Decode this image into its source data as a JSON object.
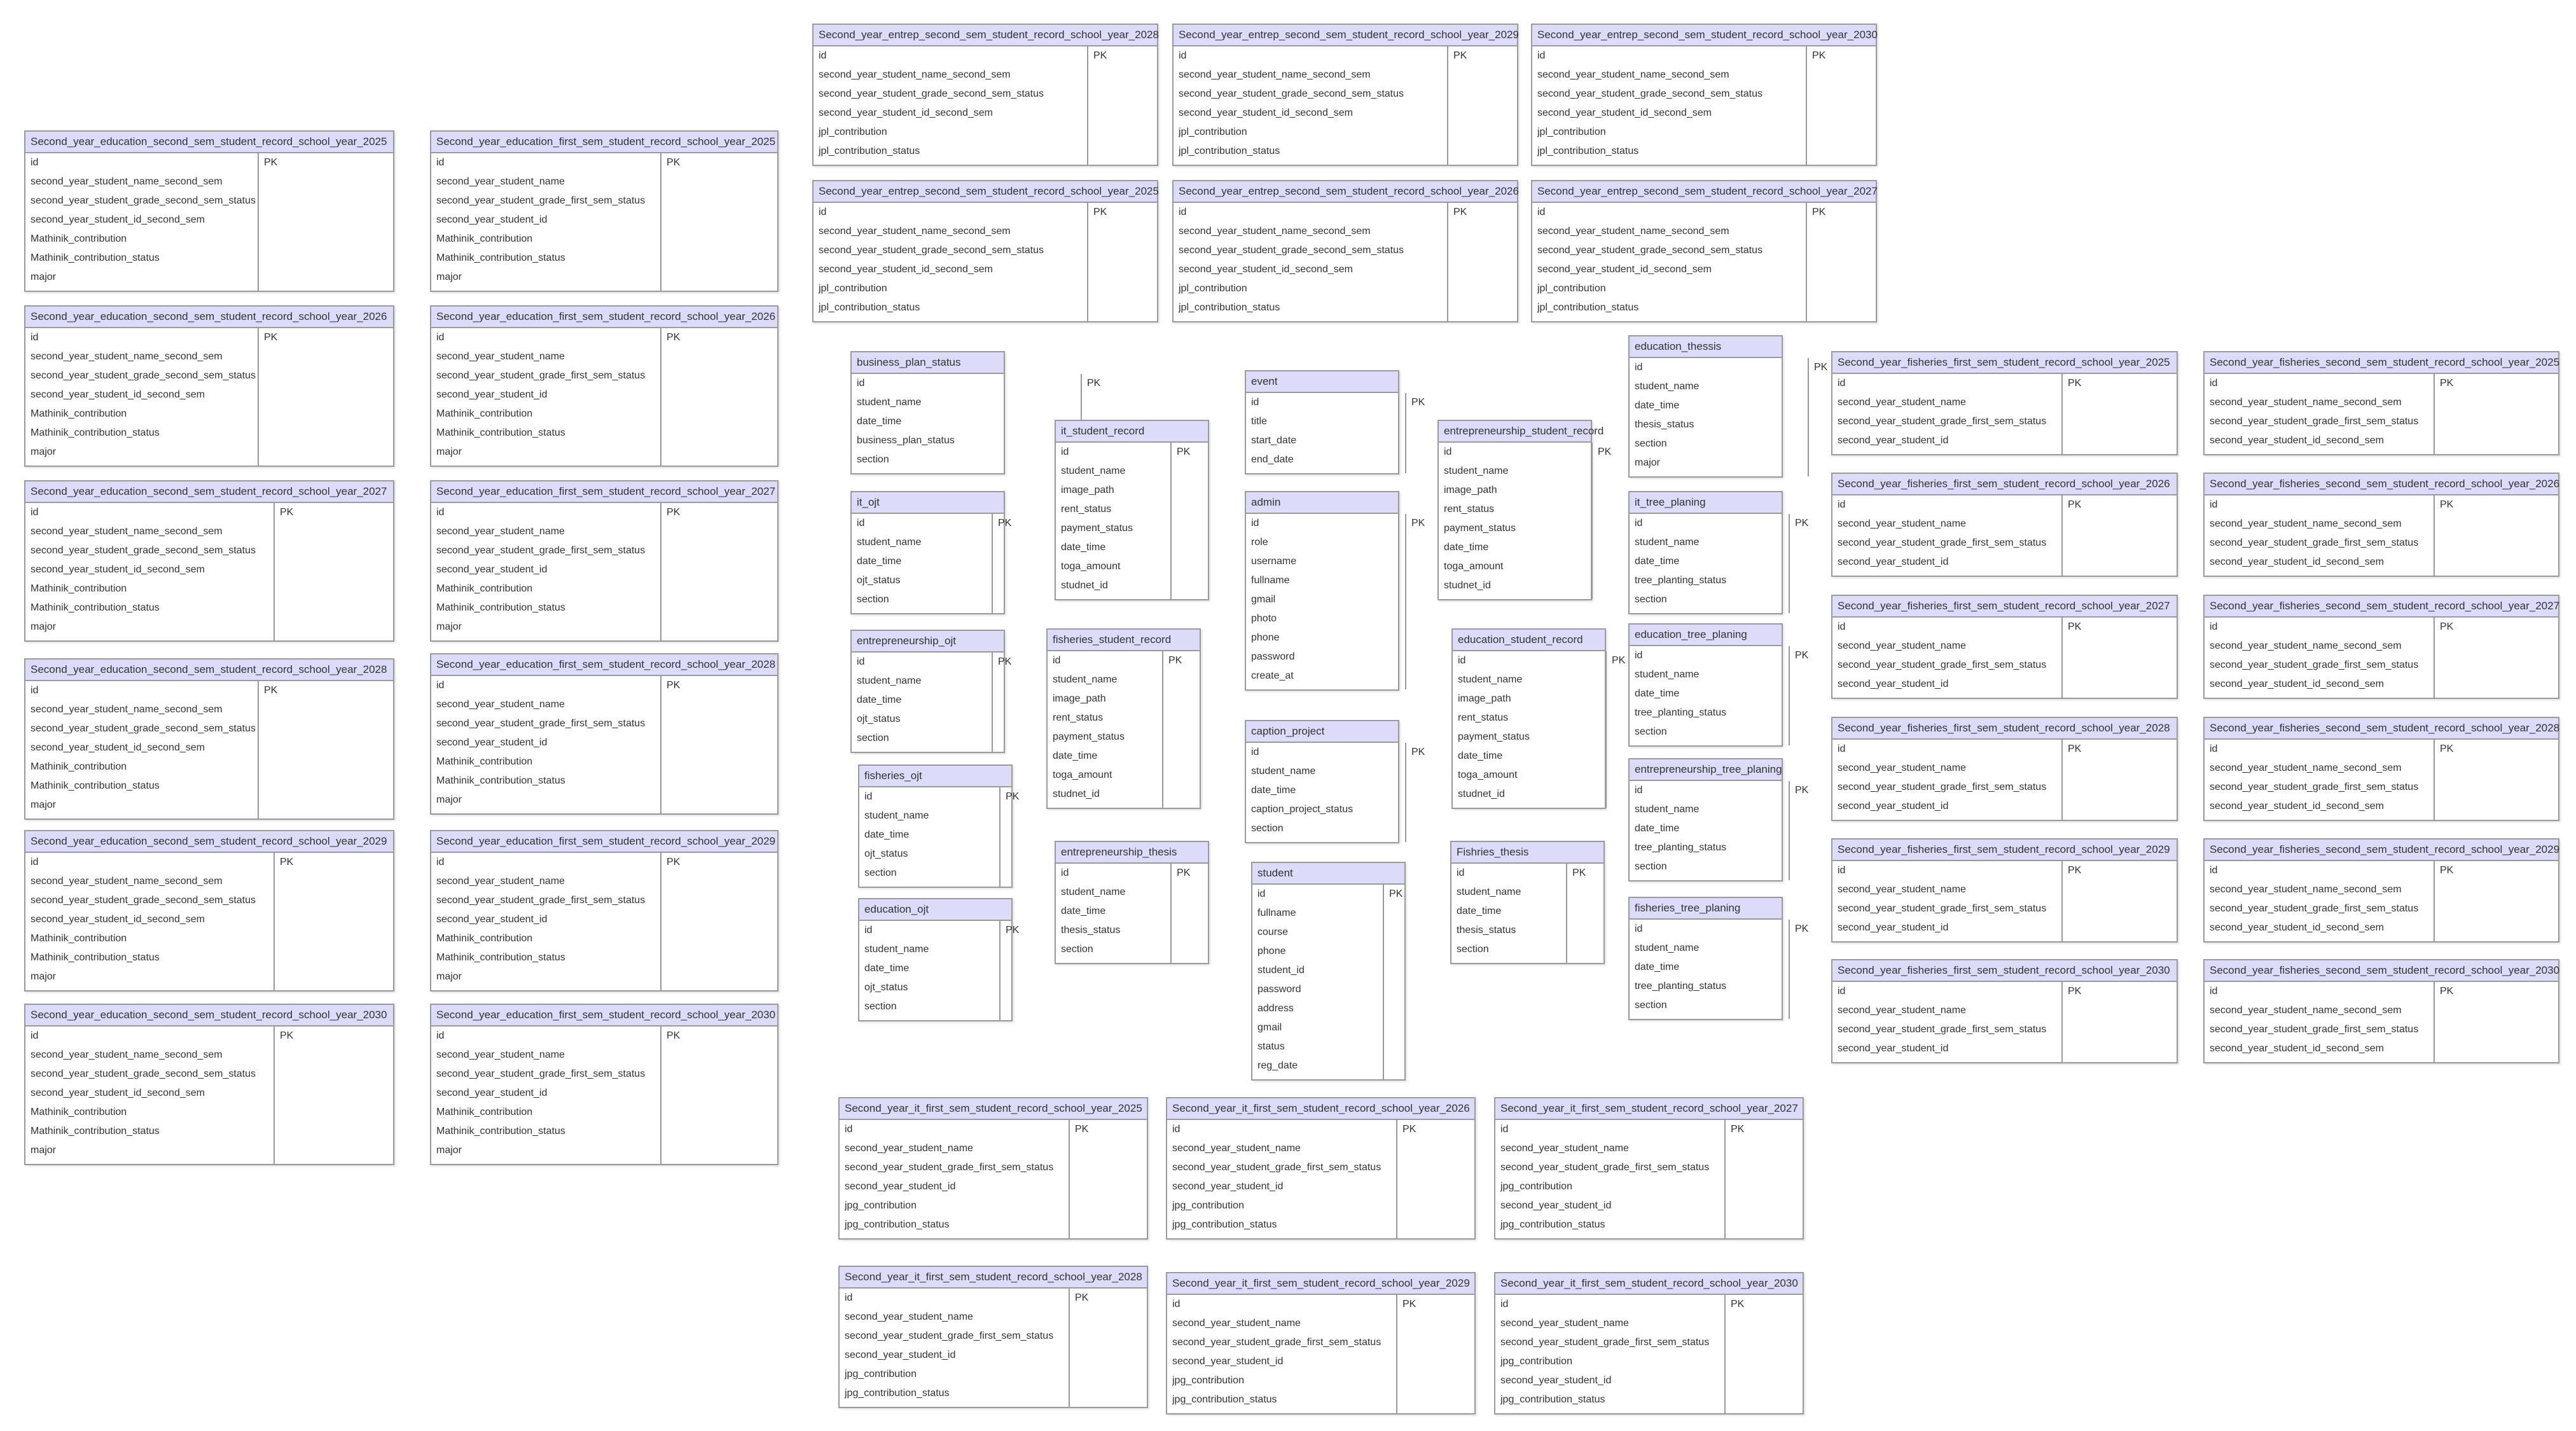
{
  "field_sets": {
    "edu_second": [
      "id",
      "second_year_student_name_second_sem",
      "second_year_student_grade_second_sem_status",
      "second_year_student_id_second_sem",
      "Mathinik_contribution",
      "Mathinik_contribution_status",
      "major"
    ],
    "edu_first": [
      "id",
      "second_year_student_name",
      "second_year_student_grade_first_sem_status",
      "second_year_student_id",
      "Mathinik_contribution",
      "Mathinik_contribution_status",
      "major"
    ],
    "entrep_second": [
      "id",
      "second_year_student_name_second_sem",
      "second_year_student_grade_second_sem_status",
      "second_year_student_id_second_sem",
      "jpl_contribution",
      "jpl_contribution_status"
    ],
    "fish_first": [
      "id",
      "second_year_student_name",
      "second_year_student_grade_first_sem_status",
      "second_year_student_id"
    ],
    "fish_second": [
      "id",
      "second_year_student_name_second_sem",
      "second_year_student_grade_first_sem_status",
      "second_year_student_id_second_sem"
    ],
    "it_first_a": [
      "id",
      "second_year_student_name",
      "second_year_student_grade_first_sem_status",
      "second_year_student_id",
      "jpg_contribution",
      "jpg_contribution_status"
    ],
    "it_first_b": [
      "id",
      "second_year_student_name",
      "second_year_student_grade_first_sem_status",
      "jpg_contribution",
      "second_year_student_id",
      "jpg_contribution_status"
    ],
    "ojt": [
      "id",
      "student_name",
      "date_time",
      "ojt_status",
      "section"
    ],
    "tree": [
      "id",
      "student_name",
      "date_time",
      "tree_planting_status",
      "section"
    ],
    "thesis": [
      "id",
      "student_name",
      "date_time",
      "thesis_status",
      "section"
    ],
    "record": [
      "id",
      "student_name",
      "image_path",
      "rent_status",
      "payment_status",
      "date_time",
      "toga_amount",
      "studnet_id"
    ]
  },
  "entities": [
    {
      "title": "Second_year_education_second_sem_student_record_school_year_2025",
      "set": "edu_second"
    },
    {
      "title": "Second_year_education_second_sem_student_record_school_year_2026",
      "set": "edu_second"
    },
    {
      "title": "Second_year_education_second_sem_student_record_school_year_2027",
      "set": "edu_second"
    },
    {
      "title": "Second_year_education_second_sem_student_record_school_year_2028",
      "set": "edu_second"
    },
    {
      "title": "Second_year_education_second_sem_student_record_school_year_2029",
      "set": "edu_second"
    },
    {
      "title": "Second_year_education_second_sem_student_record_school_year_2030",
      "set": "edu_second"
    },
    {
      "title": "Second_year_education_first_sem_student_record_school_year_2025",
      "set": "edu_first"
    },
    {
      "title": "Second_year_education_first_sem_student_record_school_year_2026",
      "set": "edu_first"
    },
    {
      "title": "Second_year_education_first_sem_student_record_school_year_2027",
      "set": "edu_first"
    },
    {
      "title": "Second_year_education_first_sem_student_record_school_year_2028",
      "set": "edu_first"
    },
    {
      "title": "Second_year_education_first_sem_student_record_school_year_2029",
      "set": "edu_first"
    },
    {
      "title": "Second_year_education_first_sem_student_record_school_year_2030",
      "set": "edu_first"
    },
    {
      "title": "Second_year_entrep_second_sem_student_record_school_year_2028",
      "set": "entrep_second"
    },
    {
      "title": "Second_year_entrep_second_sem_student_record_school_year_2029",
      "set": "entrep_second"
    },
    {
      "title": "Second_year_entrep_second_sem_student_record_school_year_2030",
      "set": "entrep_second"
    },
    {
      "title": "Second_year_entrep_second_sem_student_record_school_year_2025",
      "set": "entrep_second"
    },
    {
      "title": "Second_year_entrep_second_sem_student_record_school_year_2026",
      "set": "entrep_second"
    },
    {
      "title": "Second_year_entrep_second_sem_student_record_school_year_2027",
      "set": "entrep_second"
    },
    {
      "title": "business_plan_status",
      "fields": [
        "id",
        "student_name",
        "date_time",
        "business_plan_status",
        "section"
      ]
    },
    {
      "title": "it_ojt",
      "set": "ojt"
    },
    {
      "title": "entrepreneurship_ojt",
      "set": "ojt"
    },
    {
      "title": "fisheries_ojt",
      "set": "ojt"
    },
    {
      "title": "education_ojt",
      "set": "ojt"
    },
    {
      "title": "it_student_record",
      "set": "record"
    },
    {
      "title": "fisheries_student_record",
      "set": "record"
    },
    {
      "title": "entrepreneurship_thesis",
      "set": "thesis"
    },
    {
      "title": "event",
      "fields": [
        "id",
        "title",
        "start_date",
        "end_date"
      ]
    },
    {
      "title": "admin",
      "fields": [
        "id",
        "role",
        "username",
        "fullname",
        "gmail",
        "photo",
        "phone",
        "password",
        "create_at"
      ]
    },
    {
      "title": "caption_project",
      "fields": [
        "id",
        "student_name",
        "date_time",
        "caption_project_status",
        "section"
      ]
    },
    {
      "title": "student",
      "fields": [
        "id",
        "fullname",
        "course",
        "phone",
        "student_id",
        "password",
        "address",
        "gmail",
        "status",
        "reg_date"
      ]
    },
    {
      "title": "entrepreneurship_student_record",
      "set": "record"
    },
    {
      "title": "education_student_record",
      "set": "record"
    },
    {
      "title": "Fishries_thesis",
      "set": "thesis"
    },
    {
      "title": "education_thessis",
      "fields": [
        "id",
        "student_name",
        "date_time",
        "thesis_status",
        "section",
        "major"
      ]
    },
    {
      "title": "it_tree_planing",
      "set": "tree"
    },
    {
      "title": "education_tree_planing",
      "set": "tree"
    },
    {
      "title": "entrepreneurship_tree_planing",
      "set": "tree"
    },
    {
      "title": "fisheries_tree_planing",
      "set": "tree"
    },
    {
      "title": "Second_year_fisheries_first_sem_student_record_school_year_2025",
      "set": "fish_first"
    },
    {
      "title": "Second_year_fisheries_first_sem_student_record_school_year_2026",
      "set": "fish_first"
    },
    {
      "title": "Second_year_fisheries_first_sem_student_record_school_year_2027",
      "set": "fish_first"
    },
    {
      "title": "Second_year_fisheries_first_sem_student_record_school_year_2028",
      "set": "fish_first"
    },
    {
      "title": "Second_year_fisheries_first_sem_student_record_school_year_2029",
      "set": "fish_first"
    },
    {
      "title": "Second_year_fisheries_first_sem_student_record_school_year_2030",
      "set": "fish_first"
    },
    {
      "title": "Second_year_fisheries_second_sem_student_record_school_year_2025",
      "set": "fish_second"
    },
    {
      "title": "Second_year_fisheries_second_sem_student_record_school_year_2026",
      "set": "fish_second"
    },
    {
      "title": "Second_year_fisheries_second_sem_student_record_school_year_2027",
      "set": "fish_second"
    },
    {
      "title": "Second_year_fisheries_second_sem_student_record_school_year_2028",
      "set": "fish_second"
    },
    {
      "title": "Second_year_fisheries_second_sem_student_record_school_year_2029",
      "set": "fish_second"
    },
    {
      "title": "Second_year_fisheries_second_sem_student_record_school_year_2030",
      "set": "fish_second"
    },
    {
      "title": "Second_year_it_first_sem_student_record_school_year_2025",
      "set": "it_first_a"
    },
    {
      "title": "Second_year_it_first_sem_student_record_school_year_2026",
      "set": "it_first_a"
    },
    {
      "title": "Second_year_it_first_sem_student_record_school_year_2027",
      "set": "it_first_b"
    },
    {
      "title": "Second_year_it_first_sem_student_record_school_year_2028",
      "set": "it_first_a"
    },
    {
      "title": "Second_year_it_first_sem_student_record_school_year_2029",
      "set": "it_first_a"
    },
    {
      "title": "Second_year_it_first_sem_student_record_school_year_2030",
      "set": "it_first_b"
    }
  ],
  "pk_label": "PK"
}
